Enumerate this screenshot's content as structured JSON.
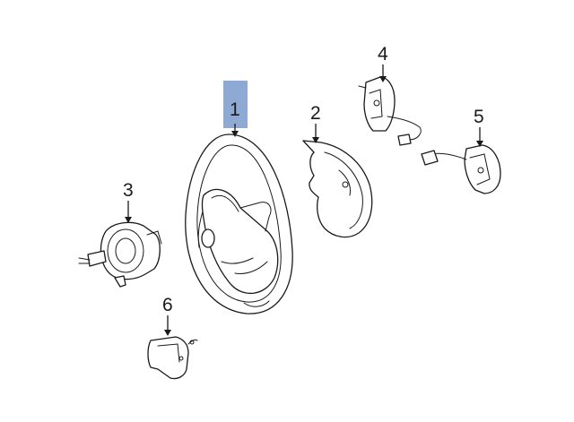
{
  "callouts": [
    {
      "id": "1",
      "label": "1"
    },
    {
      "id": "2",
      "label": "2"
    },
    {
      "id": "3",
      "label": "3"
    },
    {
      "id": "4",
      "label": "4"
    },
    {
      "id": "5",
      "label": "5"
    },
    {
      "id": "6",
      "label": "6"
    }
  ],
  "colors": {
    "highlight": "#8ea9d4",
    "line": "#1a1a1a",
    "background": "#ffffff"
  }
}
